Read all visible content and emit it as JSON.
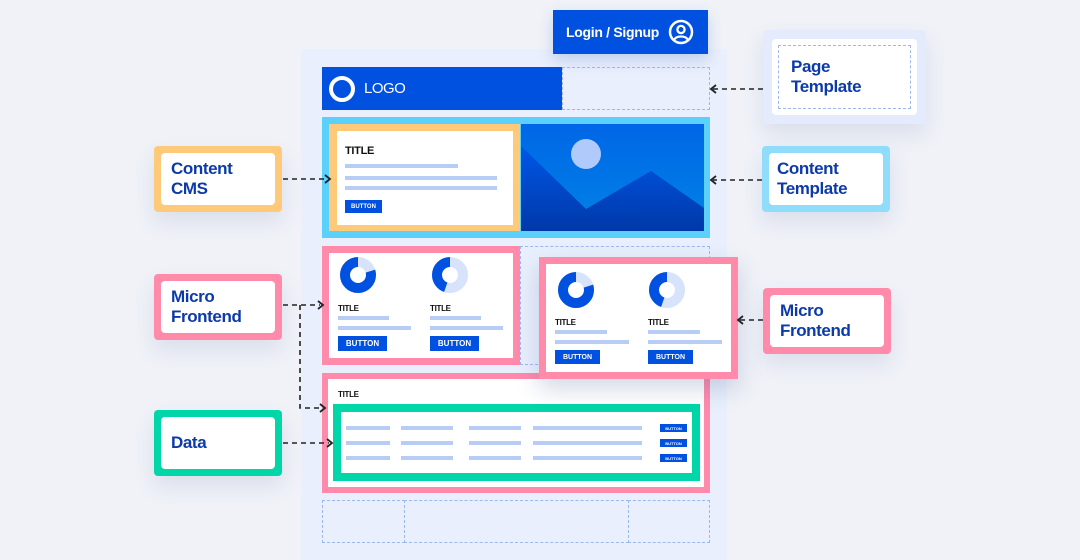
{
  "header": {
    "login_label": "Login / Signup",
    "login_icon": "user-circle-icon",
    "logo_label": "LOGO",
    "logo_icon": "ring-logo-icon"
  },
  "hero": {
    "title": "TITLE",
    "button_label": "BUTTON",
    "image_icon": "landscape-image-icon"
  },
  "micro_frontend_left": {
    "cards": [
      {
        "title": "TITLE",
        "button_label": "BUTTON",
        "donut_fraction": 0.8
      },
      {
        "title": "TITLE",
        "button_label": "BUTTON",
        "donut_fraction": 0.45
      }
    ]
  },
  "micro_frontend_right": {
    "cards": [
      {
        "title": "TITLE",
        "button_label": "BUTTON",
        "donut_fraction": 0.8
      },
      {
        "title": "TITLE",
        "button_label": "BUTTON",
        "donut_fraction": 0.45
      }
    ]
  },
  "data_section": {
    "title": "TITLE",
    "rows": [
      {
        "button_label": "BUTTON"
      },
      {
        "button_label": "BUTTON"
      },
      {
        "button_label": "BUTTON"
      }
    ]
  },
  "callouts": {
    "content_cms": "Content\nCMS",
    "micro_frontend_left": "Micro\nFrontend",
    "data": "Data",
    "page_template": "Page\nTemplate",
    "content_template": "Content\nTemplate",
    "micro_frontend_right": "Micro\nFrontend"
  },
  "colors": {
    "primary_blue": "#0051e0",
    "cms_orange": "#ffc97a",
    "template_cyan": "#5ad0fb",
    "micro_pink": "#ff8aaa",
    "data_green": "#00d6a8",
    "label_text": "#0c3aa8"
  }
}
